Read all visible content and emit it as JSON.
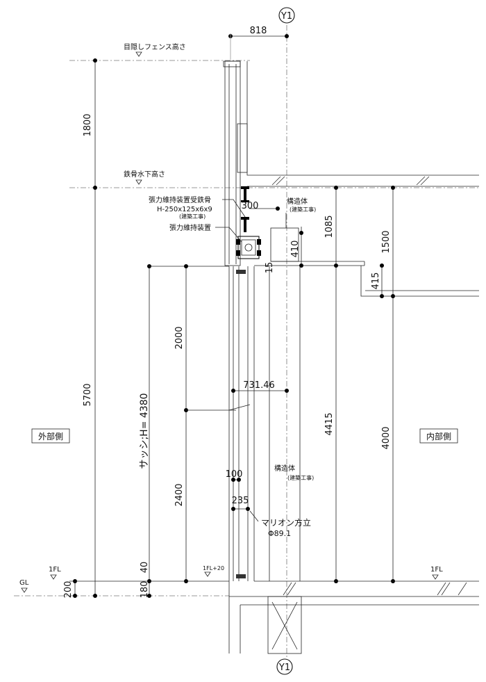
{
  "grid_axis": {
    "top": "Y1",
    "bottom": "Y1"
  },
  "levels": {
    "fence_top": "目隠しフェンス高さ",
    "steel_bottom": "鉄骨水下高さ",
    "fl_left": "1FL",
    "gl": "GL",
    "fl_sash": "1FL+20",
    "fl_right": "1FL"
  },
  "sides": {
    "exterior": "外部側",
    "interior": "内部側"
  },
  "annotations": {
    "tension_steel_1": "張力維持装置受鉄骨",
    "tension_steel_2": "H-250x125x6x9",
    "tension_steel_3": "(建築工事)",
    "tension_device": "張力維持装置",
    "structure_top_1": "構造体",
    "structure_top_2": "(建築工事)",
    "structure_mid_1": "構造体",
    "structure_mid_2": "(建築工事)",
    "mullion_1": "マリオン方立",
    "mullion_2": "Φ89.1"
  },
  "dimensions": {
    "d818": "818",
    "d1800": "1800",
    "d300": "300",
    "d1085": "1085",
    "d1500": "1500",
    "d410": "410",
    "d15": "15",
    "d415": "415",
    "d2000": "2000",
    "d731": "731.46",
    "d5700": "5700",
    "sash": "サッシ;H= 4380",
    "d4415": "4415",
    "d4000": "4000",
    "d100": "100",
    "d235": "235",
    "d2400": "2400",
    "d40": "40",
    "d180": "180",
    "d200": "200"
  }
}
